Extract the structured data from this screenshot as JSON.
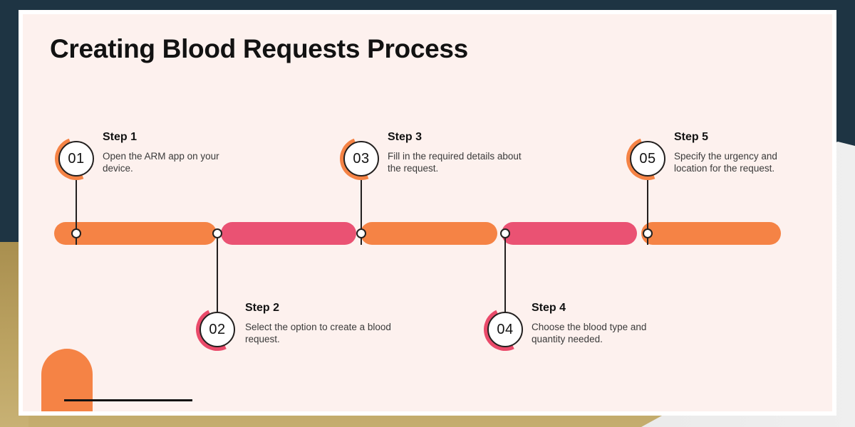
{
  "slide": {
    "title": "Creating Blood Requests Process",
    "background_color": "#fdf1ee",
    "frame_color": "#1e3443",
    "accent_orange": "#f58345",
    "accent_pink": "#ea5273"
  },
  "timeline": {
    "segments": [
      {
        "color_name": "orange",
        "color": "#f58345"
      },
      {
        "color_name": "pink",
        "color": "#ea5273"
      },
      {
        "color_name": "orange",
        "color": "#f58345"
      },
      {
        "color_name": "pink",
        "color": "#ea5273"
      },
      {
        "color_name": "orange",
        "color": "#f58345"
      }
    ]
  },
  "steps": [
    {
      "number": "01",
      "title": "Step 1",
      "description": "Open the ARM app on your device.",
      "position": "above",
      "arc_color": "#f58345"
    },
    {
      "number": "02",
      "title": "Step 2",
      "description": "Select the option to create a blood request.",
      "position": "below",
      "arc_color": "#ea4a6a"
    },
    {
      "number": "03",
      "title": "Step 3",
      "description": "Fill in the required details about the request.",
      "position": "above",
      "arc_color": "#f58345"
    },
    {
      "number": "04",
      "title": "Step 4",
      "description": "Choose the blood type and quantity needed.",
      "position": "below",
      "arc_color": "#ea4a6a"
    },
    {
      "number": "05",
      "title": "Step 5",
      "description": "Specify the urgency and location for the request.",
      "position": "above",
      "arc_color": "#f58345"
    }
  ]
}
